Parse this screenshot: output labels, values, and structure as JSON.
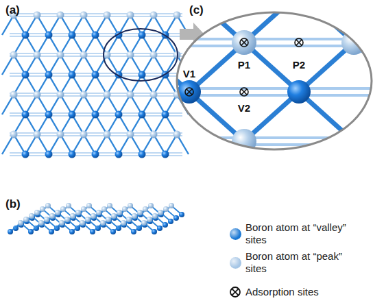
{
  "diagram": {
    "labels": [
      "(a)",
      "(c)",
      "(b)",
      "P1",
      "P2",
      "V1",
      "V2"
    ],
    "legend": [
      {
        "text": "Boron atom at “valley” sites",
        "color": "#1b78d4"
      },
      {
        "text": "Boron atom at “peak” sites",
        "color": "#a6c6e6"
      },
      {
        "text": "Adsorption sites"
      }
    ]
  }
}
